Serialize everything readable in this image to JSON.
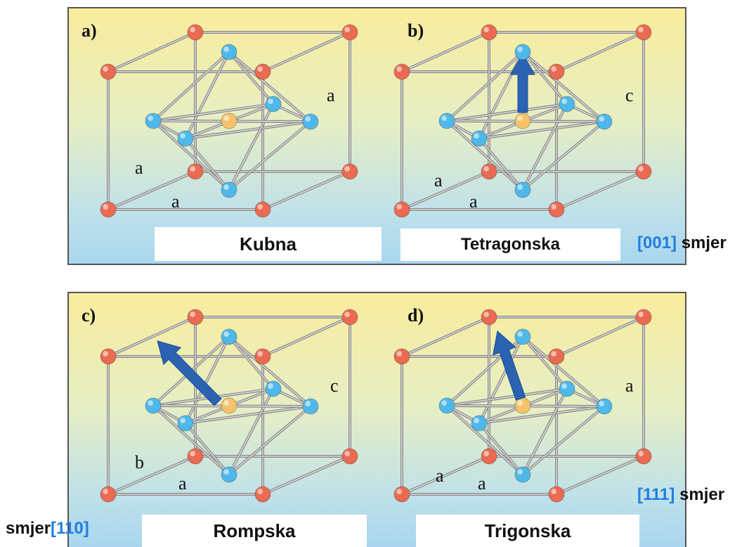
{
  "panels": [
    {
      "id": "a",
      "label": "a)",
      "name": "Kubna",
      "edge_labels": [
        "a",
        "a",
        "a"
      ],
      "arrow": "none"
    },
    {
      "id": "b",
      "label": "b)",
      "name": "Tetragonska",
      "edge_labels": [
        "c",
        "a",
        "a"
      ],
      "arrow": "[001]"
    },
    {
      "id": "c",
      "label": "c)",
      "name": "Rompska",
      "edge_labels": [
        "c",
        "b",
        "a"
      ],
      "arrow": "[110]"
    },
    {
      "id": "d",
      "label": "d)",
      "name": "Trigonska",
      "edge_labels": [
        "a",
        "a",
        "a"
      ],
      "arrow": "[111]"
    }
  ],
  "directions": {
    "d001": {
      "index": "[001]",
      "word": "smjer"
    },
    "d110": {
      "word": "smjer",
      "index": "[110]"
    },
    "d111": {
      "index": "[111]",
      "word": "smjer"
    }
  },
  "colors": {
    "corner_atom": "#ea6a52",
    "octahedral_atom": "#4fb8ea",
    "center_atom": "#f6c36b",
    "arrow": "#2a63b2",
    "direction_index": "#1f7fe0"
  }
}
